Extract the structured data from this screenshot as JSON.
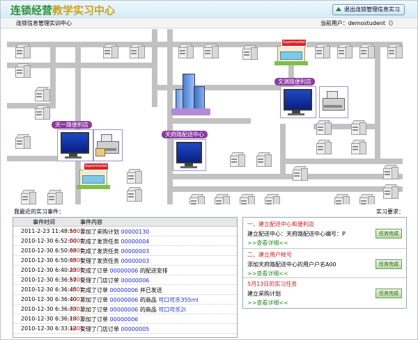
{
  "app": {
    "logo_part1": "连锁经营",
    "logo_part2": "教学实习中心",
    "exit_button": "退出连锁管理信息实习",
    "subtitle": "连锁信息管理实训中心",
    "current_user_label": "当前用户：demostudent（",
    "current_user_close": "）"
  },
  "map": {
    "store1": "天一路便利店",
    "store2": "文渊路便利店",
    "distribution_center": "天府路配送中心",
    "shop_sign": "Supermarket"
  },
  "recent": {
    "title": "我最近的实习事件：",
    "col_time": "事件时间",
    "col_content": "事件内容",
    "rows": [
      {
        "time": "2011-2-23 11:48:56",
        "user": "a001",
        "action": "添加了采购计划",
        "num": "00000130",
        "extra": ""
      },
      {
        "time": "2010-12-30 6:52:00",
        "user": "b001",
        "action": "完成了发货任务",
        "num": "00000004",
        "extra": ""
      },
      {
        "time": "2010-12-30 6:50:08",
        "user": "a001",
        "action": "完成了发货任务",
        "num": "00000003",
        "extra": ""
      },
      {
        "time": "2010-12-30 6:50:05",
        "user": "a001",
        "action": "受理了发货任务",
        "num": "00000003",
        "extra": ""
      },
      {
        "time": "2010-12-30 6:40:23",
        "user": "a001",
        "action": "完成了订单",
        "num": "00000006",
        "extra": "的配送安排"
      },
      {
        "time": "2010-12-30 6:36:57",
        "user": "a001",
        "action": "受理了门店订单",
        "num": "00000006",
        "extra": ""
      },
      {
        "time": "2010-12-30 6:36:45",
        "user": "c001",
        "action": "完成了订单",
        "num": "00000006",
        "extra": "并已发送"
      },
      {
        "time": "2010-12-30 6:36:40",
        "user": "c001",
        "action": "添加了订单",
        "num": "00000006",
        "extra": "的商品",
        "product": "可口可乐355ml"
      },
      {
        "time": "2010-12-30 6:36:33",
        "user": "c001",
        "action": "添加了订单",
        "num": "00000006",
        "extra": "的商品",
        "product": "可口可乐2l"
      },
      {
        "time": "2010-12-30 6:36:19",
        "user": "c001",
        "action": "添加了订单",
        "num": "00000006",
        "extra": ""
      },
      {
        "time": "2010-12-30 6:33:12",
        "user": "a001",
        "action": "受理了门店订单",
        "num": "00000005",
        "extra": ""
      }
    ]
  },
  "requirements": {
    "title": "实习要求：",
    "tasks": [
      {
        "title": "一、建立配送中心和便利店",
        "text": "建立配送中心：天府路配送中心编号：P",
        "link": ">>查看详细<<",
        "button": "任务完成"
      },
      {
        "title": "二、建立用户帐号",
        "text": "添加天府路配送中心的用户户名A00",
        "link": ">>查看详细<<",
        "button": "任务完成"
      },
      {
        "title": "5月13日的实习任务",
        "text": "建立采购计划",
        "link": ">>查看详细<<",
        "button": "任务完成"
      }
    ]
  },
  "colors": {
    "accent": "#2f8f3a",
    "logo_gold": "#c9a21a",
    "store_label": "#8a3aa0",
    "task_title": "#d0191a",
    "link": "#2d8b2a",
    "number_blue": "#1a2ad1"
  }
}
